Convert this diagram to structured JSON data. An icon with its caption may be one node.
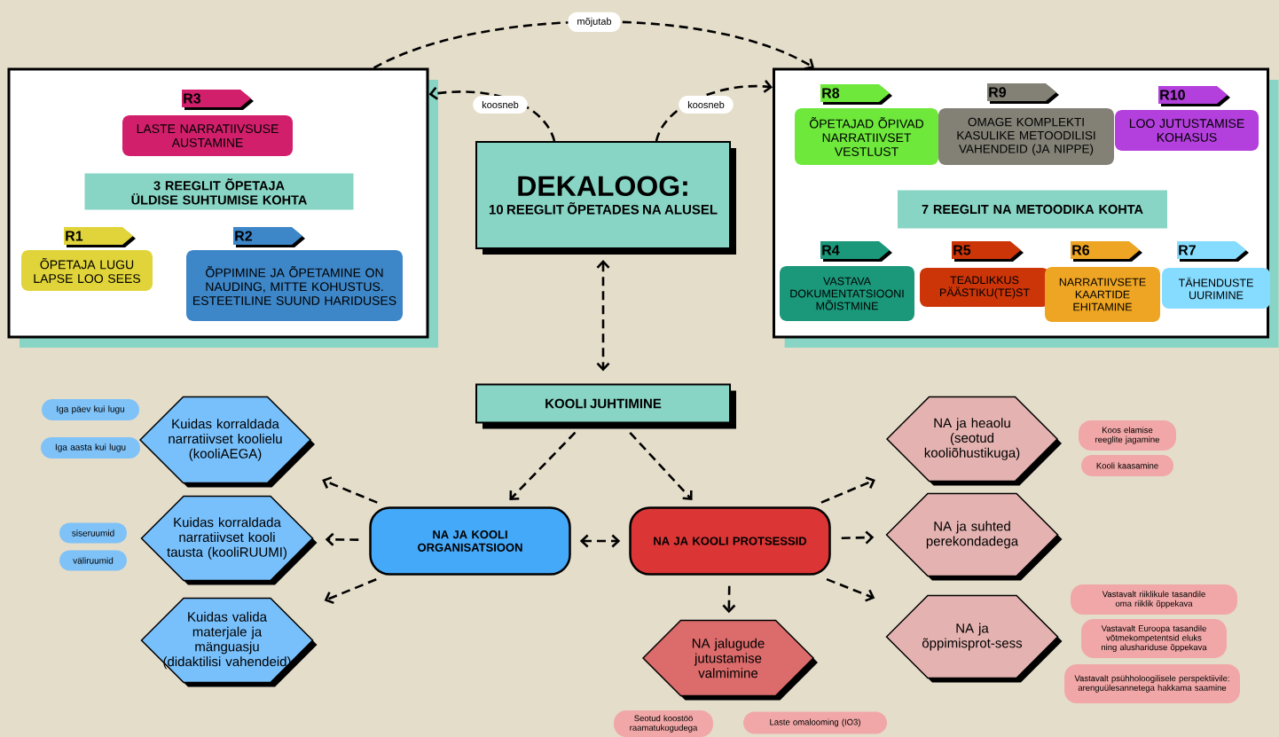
{
  "diagram": {
    "nodes": [
      {
        "text": [],
        "shape": "box"
      },
      {
        "text": [
          "R3",
          "LASTE NARRATIIVSUSE AUSTAMINE"
        ],
        "in": 0
      },
      {
        "text": [
          "3 REEGLIT ÕPETAJA ÜLDISE SUHTUMISE KOHTA"
        ],
        "in": 0
      },
      {
        "text": [
          "R1",
          "ÕPETAJA LUGU LAPSE LOO SEES"
        ],
        "in": 0
      },
      {
        "text": [
          "R2",
          "ÕPPIMINE JA ÕPETAMINE ON NAUDING, MITTE KOHUSTUS. ESTEETILINE SUUND HARIDUSES"
        ],
        "in": 0
      },
      {
        "text": [],
        "shape": "box"
      },
      {
        "text": [
          "R8",
          "ÕPETAJAD ÕPIVAD NARRATIIVSET VESTLUST"
        ],
        "in": 5
      },
      {
        "text": [
          "R9",
          "OMAGE KOMPLEKTI KASULIKE METOODILISI VAHENDEID (JA NIPPE)"
        ],
        "in": 5
      },
      {
        "text": [
          "R10",
          "LOO JUTUSTAMISE KOHASUS"
        ],
        "in": 5
      },
      {
        "text": [
          "7 REEGLIT NA METOODIKA KOHTA"
        ],
        "in": 5
      },
      {
        "text": [
          "R4",
          "VASTAVA DOKUMENTATSIOONI MÕISTMINE"
        ],
        "in": 5
      },
      {
        "text": [
          "R5",
          "TEADLIKKUS PÄÄSTIKU(TE)ST"
        ],
        "in": 5
      },
      {
        "text": [
          "R6",
          "NARRATIIVSETE KAARTIDE EHITAMINE"
        ],
        "in": 5
      },
      {
        "text": [
          "R7",
          "TÄHENDUSTE UURIMINE"
        ],
        "in": 5
      },
      {
        "text": [
          "DEKALOOG:",
          "10 REEGLIT ÕPETADES NA ALUSEL"
        ]
      },
      {
        "text": [
          "KOOLI JUHTIMINE"
        ]
      },
      {
        "text": [
          "NA JA KOOLI ORGANISATSIOON"
        ]
      },
      {
        "text": [
          "NA JA KOOLI PROTSESSID"
        ]
      },
      {
        "text": [
          "Kuidas korraldada narratiivset koolielu (kooliAEGA)"
        ]
      },
      {
        "text": [
          "Iga päev kui lugu"
        ]
      },
      {
        "text": [
          "Iga aasta kui lugu"
        ]
      },
      {
        "text": [
          "Kuidas korraldada narratiivset kooli tausta (kooliRUUMI)"
        ]
      },
      {
        "text": [
          "siseruumid"
        ]
      },
      {
        "text": [
          "väliruumid"
        ]
      },
      {
        "text": [
          "Kuidas valida materjale ja mänguasju (didaktilisi vahendeid)"
        ]
      },
      {
        "text": [
          "NA ja heaolu (seotud kooliõhustikuga)"
        ]
      },
      {
        "text": [
          "Koos elamise reeglite jagamine"
        ]
      },
      {
        "text": [
          "Kooli kaasamine"
        ]
      },
      {
        "text": [
          "NA ja suhted perekondadega"
        ]
      },
      {
        "text": [
          "NA ja õppimisprot-sess"
        ]
      },
      {
        "text": [
          "Vastavalt riiklikule tasandile oma riiklik õppekava"
        ]
      },
      {
        "text": [
          "Vastavalt Euroopa tasandile võtmekompetentsid eluks ning alushariduse õppekava"
        ]
      },
      {
        "text": [
          "Vastavalt psühholoogilisele perspektiivile: arenguülesannetega hakkama saamine"
        ]
      },
      {
        "text": [
          "NA jalugude jutustamise valmimine"
        ]
      },
      {
        "text": [
          "Seotud koostöö raamatukogudega"
        ]
      },
      {
        "text": [
          "Laste omalooming (IO3)"
        ]
      }
    ],
    "edges": [
      {
        "from": 14,
        "to": 0,
        "arrow": "to",
        "label": "koosneb",
        "style": "dashed"
      },
      {
        "from": 14,
        "to": 5,
        "arrow": "to",
        "label": "koosneb",
        "style": "dashed"
      },
      {
        "from": 0,
        "to": 5,
        "arrow": "to",
        "label": "mõjutab",
        "style": "dashed"
      },
      {
        "from": 14,
        "to": 15,
        "arrow": "both",
        "style": "dashed"
      },
      {
        "from": 15,
        "to": 16,
        "arrow": "to",
        "style": "dashed"
      },
      {
        "from": 15,
        "to": 17,
        "arrow": "to",
        "style": "dashed"
      },
      {
        "from": 16,
        "to": 17,
        "arrow": "both",
        "style": "dashed"
      },
      {
        "from": 16,
        "to": 18,
        "arrow": "to",
        "style": "dashed"
      },
      {
        "from": 16,
        "to": 21,
        "arrow": "to",
        "style": "dashed"
      },
      {
        "from": 16,
        "to": 24,
        "arrow": "to",
        "style": "dashed"
      },
      {
        "from": 17,
        "to": 25,
        "arrow": "to",
        "style": "dashed"
      },
      {
        "from": 17,
        "to": 28,
        "arrow": "to",
        "style": "dashed"
      },
      {
        "from": 17,
        "to": 29,
        "arrow": "to",
        "style": "dashed"
      },
      {
        "from": 17,
        "to": 33,
        "arrow": "to",
        "style": "dashed"
      }
    ]
  }
}
